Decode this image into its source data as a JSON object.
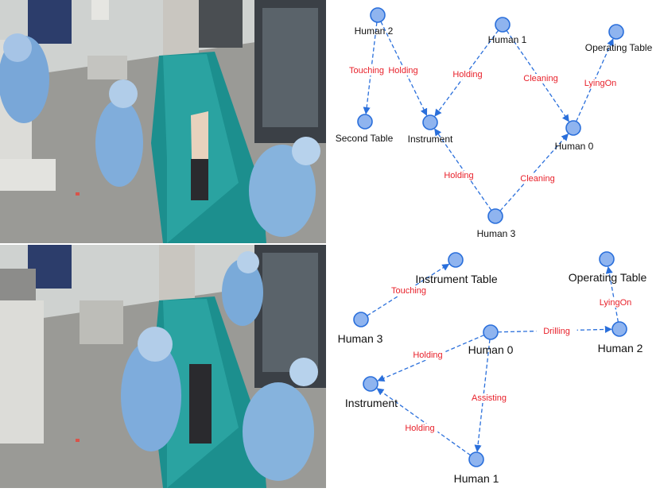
{
  "colors": {
    "node_fill": "#8fb4ef",
    "node_stroke": "#2a6fdb",
    "edge": "#2a6fdb",
    "edge_label": "#e8202a",
    "node_label": "#111111"
  },
  "scene_graphs": [
    {
      "nodes": [
        {
          "id": "human2",
          "label": "Human 2"
        },
        {
          "id": "human1",
          "label": "Human 1"
        },
        {
          "id": "optable",
          "label": "Operating Table"
        },
        {
          "id": "secondtable",
          "label": "Second Table"
        },
        {
          "id": "instrument",
          "label": "Instrument"
        },
        {
          "id": "human0",
          "label": "Human 0"
        },
        {
          "id": "human3",
          "label": "Human 3"
        }
      ],
      "edges": [
        {
          "from": "human2",
          "to": "secondtable",
          "label": "Touching"
        },
        {
          "from": "human2",
          "to": "instrument",
          "label": "Holding"
        },
        {
          "from": "human1",
          "to": "instrument",
          "label": "Holding"
        },
        {
          "from": "human1",
          "to": "human0",
          "label": "Cleaning"
        },
        {
          "from": "human0",
          "to": "optable",
          "label": "LyingOn"
        },
        {
          "from": "human3",
          "to": "instrument",
          "label": "Holding"
        },
        {
          "from": "human3",
          "to": "human0",
          "label": "Cleaning"
        }
      ]
    },
    {
      "nodes": [
        {
          "id": "insttable",
          "label": "Instrument Table"
        },
        {
          "id": "optable",
          "label": "Operating Table"
        },
        {
          "id": "human3",
          "label": "Human 3"
        },
        {
          "id": "human0",
          "label": "Human 0"
        },
        {
          "id": "human2",
          "label": "Human 2"
        },
        {
          "id": "instrument",
          "label": "Instrument"
        },
        {
          "id": "human1",
          "label": "Human 1"
        }
      ],
      "edges": [
        {
          "from": "human3",
          "to": "insttable",
          "label": "Touching"
        },
        {
          "from": "human2",
          "to": "optable",
          "label": "LyingOn"
        },
        {
          "from": "human0",
          "to": "human2",
          "label": "Drilling"
        },
        {
          "from": "human0",
          "to": "instrument",
          "label": "Holding"
        },
        {
          "from": "human0",
          "to": "human1",
          "label": "Assisting"
        },
        {
          "from": "human1",
          "to": "instrument",
          "label": "Holding"
        }
      ]
    }
  ]
}
